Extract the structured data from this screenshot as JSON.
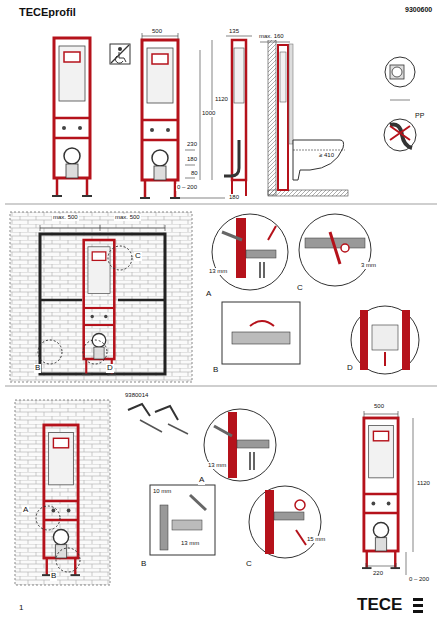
{
  "diagram": {
    "title": "TECEprofil",
    "labels": [
      "9300600",
      "500",
      "135",
      "max. 160",
      "1120",
      "1000",
      "230",
      "180",
      "80",
      "0 – 200",
      "180",
      "≥ 410",
      "PP",
      "max. 500",
      "max. 500",
      "C",
      "B",
      "D",
      "13 mm",
      "A",
      "3 mm",
      "C",
      "B",
      "D",
      "9380014",
      "A",
      "B",
      "13 mm",
      "A",
      "10 mm",
      "13 mm",
      "B",
      "15 mm",
      "C",
      "500",
      "1120",
      "220",
      "0 – 200",
      "1",
      "TECE"
    ]
  }
}
